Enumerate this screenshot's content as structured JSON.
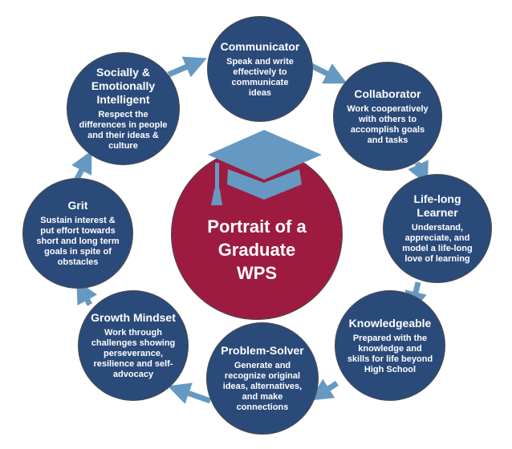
{
  "colors": {
    "node": "#2a4a7a",
    "center": "#9d1b40",
    "accent": "#6699c2"
  },
  "center": {
    "title_lines": [
      "Portrait of a",
      "Graduate",
      "WPS"
    ],
    "icon": "graduation-cap-icon"
  },
  "nodes": [
    {
      "title": "Communicator",
      "desc": "Speak and write effectively to communicate ideas"
    },
    {
      "title": "Collaborator",
      "desc": "Work cooperatively with others to accomplish goals and tasks"
    },
    {
      "title": "Life-long Learner",
      "desc": "Understand, appreciate, and model a life-long love of learning"
    },
    {
      "title": "Knowledgeable",
      "desc": "Prepared with the knowledge and skills for life beyond High School"
    },
    {
      "title": "Problem-Solver",
      "desc": "Generate and recognize original ideas, alternatives, and make connections"
    },
    {
      "title": "Growth Mindset",
      "desc": "Work through challenges showing perseverance, resilience and self-advocacy"
    },
    {
      "title": "Grit",
      "desc": "Sustain interest & put effort towards short and long term goals in spite of obstacles"
    },
    {
      "title": "Socially & Emotionally Intelligent",
      "desc": "Respect the differences in people and their ideas & culture"
    }
  ]
}
